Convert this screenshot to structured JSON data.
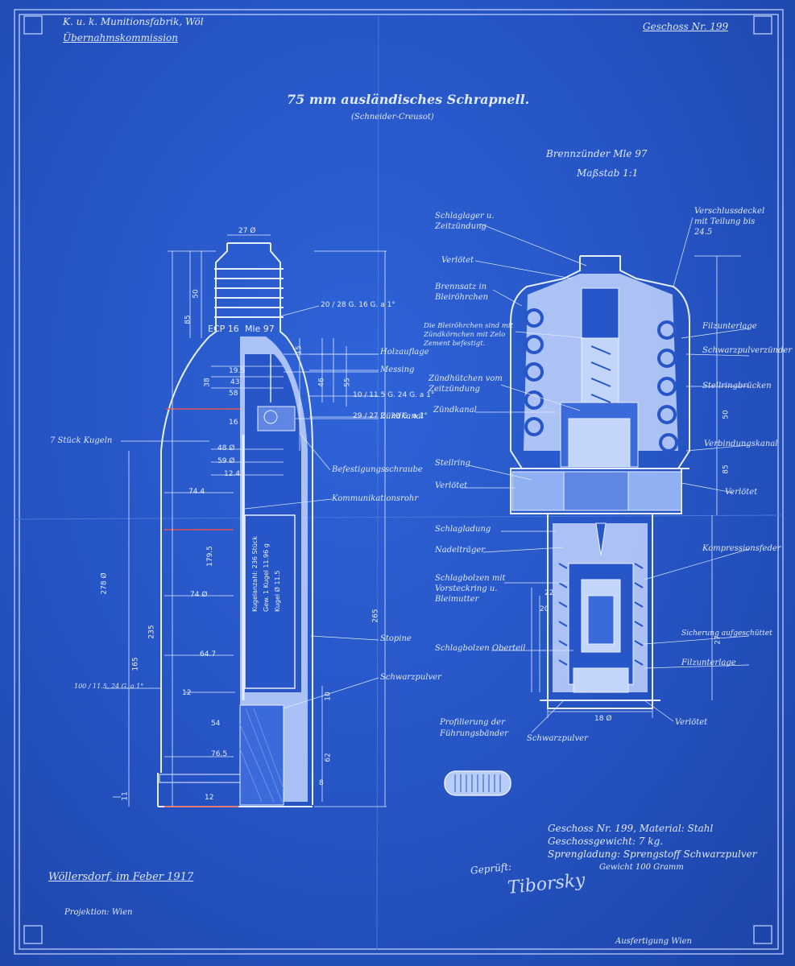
{
  "header": {
    "maker_line1": "K. u. k. Munitionsfabrik, Wöl",
    "maker_line2": "Übernahmskommission",
    "sheet_no": "Geschoss Nr. 199"
  },
  "title": {
    "main": "75 mm ausländisches Schrapnell.",
    "sub": "(Schneider-Creusot)"
  },
  "fuze": {
    "title": "Brennzünder Mle 97",
    "scale": "Maßstab 1:1"
  },
  "left_labels": {
    "balls": "7 Stück Kugeln",
    "thread": "100 / 11.5, 24 G. a 1°"
  },
  "shell_labels": {
    "wood": "Holzauflage",
    "brass": "Messing",
    "ignition_channel": "Zündkanal",
    "fastening_screw": "Befestigungsschraube",
    "comm_tube": "Kommunikationsrohr",
    "staples": "Stopine",
    "black_powder": "Schwarzpulver",
    "band_note_1": "Profilierung der",
    "band_note_2": "Führungsbänder",
    "thread1": "20 / 28 G. 16 G. a 1°",
    "thread2": "10 / 11.5 G. 24 G. a 1°",
    "thread3": "29 / 27 G. 20 G. a 1°",
    "marking": "ECP 16",
    "marking2": "Mle 97",
    "shell_text1": "Kugelanzahl: 236 Stück",
    "shell_text2": "Gew. 1 Kugel 11.96 g",
    "shell_text3": "Kugel Ø 11.5"
  },
  "fuze_labels": {
    "left": [
      "Schlaglager u. Zeitzündung",
      "Verlötet",
      "Brennsatz in Bleiröhrchen",
      "Die Bleiröhrchen sind mit Zündkörnchen mit Zelo Zement befestigt.",
      "Zündhütchen vom Zeitzündung",
      "Zündkanal",
      "Stellring",
      "Verlötet",
      "Schlagladung",
      "Nadelträger",
      "Schlagbolzen mit Vorsteckring u. Bleimutter",
      "Schlagbolzen Oberteil"
    ],
    "right": [
      "Verschlussdeckel mit Teilung bis 24.5",
      "Filzunterlage",
      "Schwarzpulverzünder",
      "Stellringbrücken",
      "Verbindungskanal",
      "Verlötet",
      "Kompressionsfeder",
      "Sicherung aufgeschüttet",
      "Filzunterlage",
      "Verlötet"
    ],
    "bottom": "Schwarzpulver"
  },
  "dims": {
    "d27": "27 Ø",
    "d50": "50",
    "d85": "85",
    "d15": "15",
    "d195": "19.5",
    "d38": "38",
    "d43": "43",
    "d58": "58",
    "d46": "46",
    "d55": "55",
    "d16": "16",
    "d48": "48 Ø",
    "d59": "59 Ø",
    "d124": "12.4",
    "d744": "74.4",
    "d278": "278 Ø",
    "d1795": "179.5",
    "d740": "74 Ø",
    "d265": "265",
    "d647": "64.7",
    "d165": "165",
    "d235": "235",
    "d12": "12",
    "d10": "10",
    "d54": "54",
    "d765": "76.5",
    "d62": "62",
    "d8": "8",
    "d11": "11",
    "d12b": "12",
    "d50b": "50",
    "d85b": "85",
    "d22": "22",
    "d20": "20",
    "d18": "18 Ø",
    "d27b": "27"
  },
  "footer": {
    "place_date": "Wöllersdorf, im Feber 1917",
    "projection": "Projektion: Wien",
    "spec1": "Geschoss Nr. 199, Material: Stahl",
    "spec2": "Geschossgewicht: 7 kg.",
    "spec3": "Sprengladung: Sprengstoff Schwarzpulver",
    "spec4": "Gewicht 100 Gramm",
    "approved": "Geprüft:",
    "signature": "Tiborsky",
    "bottom_sign": "Ausfertigung Wien"
  },
  "colors": {
    "paper": "#2553c2",
    "line": "#dfe9ff",
    "red_line": "#e2544e"
  }
}
